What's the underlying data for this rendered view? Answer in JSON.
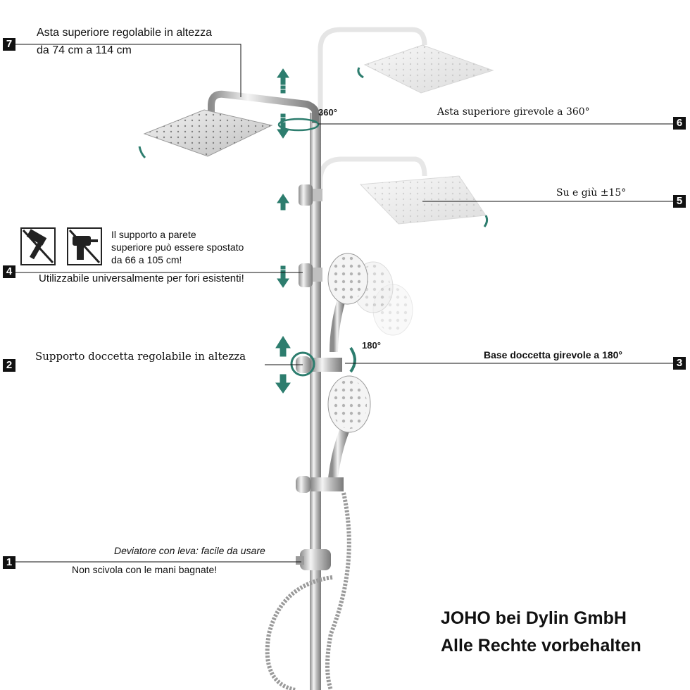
{
  "callouts": [
    {
      "number": "7",
      "line1": "Asta superiore regolabile in altezza",
      "line2": "da 74 cm a 114 cm"
    },
    {
      "number": "6",
      "text": "Asta superiore girevole a 360°"
    },
    {
      "number": "5",
      "text": "Su e giù ±15°"
    },
    {
      "number": "4",
      "line1": "Il supporto a parete",
      "line2": "superiore può essere spostato",
      "line3": "da 66 a 105 cm!",
      "line4": "Utilizzabile universalmente per fori esistenti!"
    },
    {
      "number": "3",
      "text": "Base doccetta girevole a 180°"
    },
    {
      "number": "2",
      "text": "Supporto doccetta regolabile in altezza"
    },
    {
      "number": "1",
      "line1": "Deviatore con leva: facile da usare",
      "line2": "Non scivola con le mani bagnate!"
    }
  ],
  "angles": {
    "top": "360°",
    "mid": "180°"
  },
  "copyright": {
    "line1": "JOHO bei Dylin GmbH",
    "line2": "Alle Rechte vorbehalten"
  },
  "icons": [
    "hammer-icon",
    "drill-icon",
    "arrow-up-icon",
    "arrow-down-icon",
    "rotate-icon"
  ],
  "colors": {
    "accent": "#2d7d6e",
    "text": "#111111",
    "chrome": "#c9c9c9"
  }
}
